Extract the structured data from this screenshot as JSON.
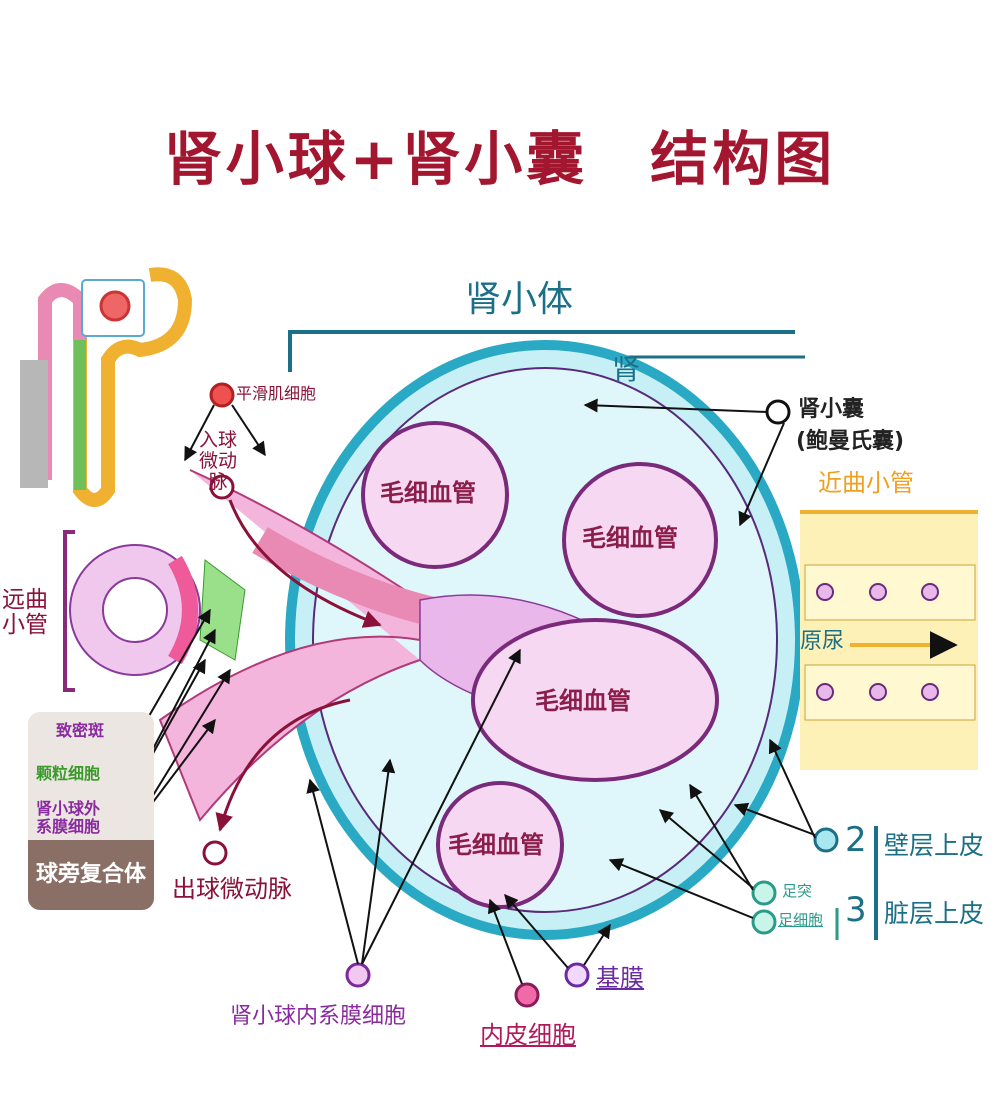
{
  "title": "肾小球+肾小囊　结构图",
  "renal_corpuscle": "肾小体",
  "kidney_partial": "肾",
  "labels": {
    "smooth_muscle": "平滑肌细胞",
    "afferent_arteriole": "入球微动脉",
    "bowman_capsule": "肾小囊",
    "bowman_capsule_alt": "(鲍曼氏囊)",
    "proximal_tubule": "近曲小管",
    "distal_tubule": "远曲小管",
    "primary_urine": "原尿",
    "capillary": "毛细血管",
    "efferent_arteriole": "出球微动脉",
    "mesangial_intra": "肾小球内系膜细胞",
    "endothelial": "内皮细胞",
    "basement_membrane": "基膜",
    "foot_process": "足突",
    "podocyte": "足细胞",
    "parietal_num": "2",
    "parietal": "壁层上皮",
    "visceral_num": "3",
    "visceral": "脏层上皮"
  },
  "juxtaglomerular": {
    "macula_densa": "致密斑",
    "granular_cells": "颗粒细胞",
    "extraglomerular_mesangial": "肾小球外系膜细胞",
    "title": "球旁复合体"
  },
  "colors": {
    "title": "#a3162f",
    "teal": "#1b6f86",
    "capsule": "#bfeef5",
    "capillary": "#f6d8f2",
    "tubule": "#fdf1b8"
  }
}
